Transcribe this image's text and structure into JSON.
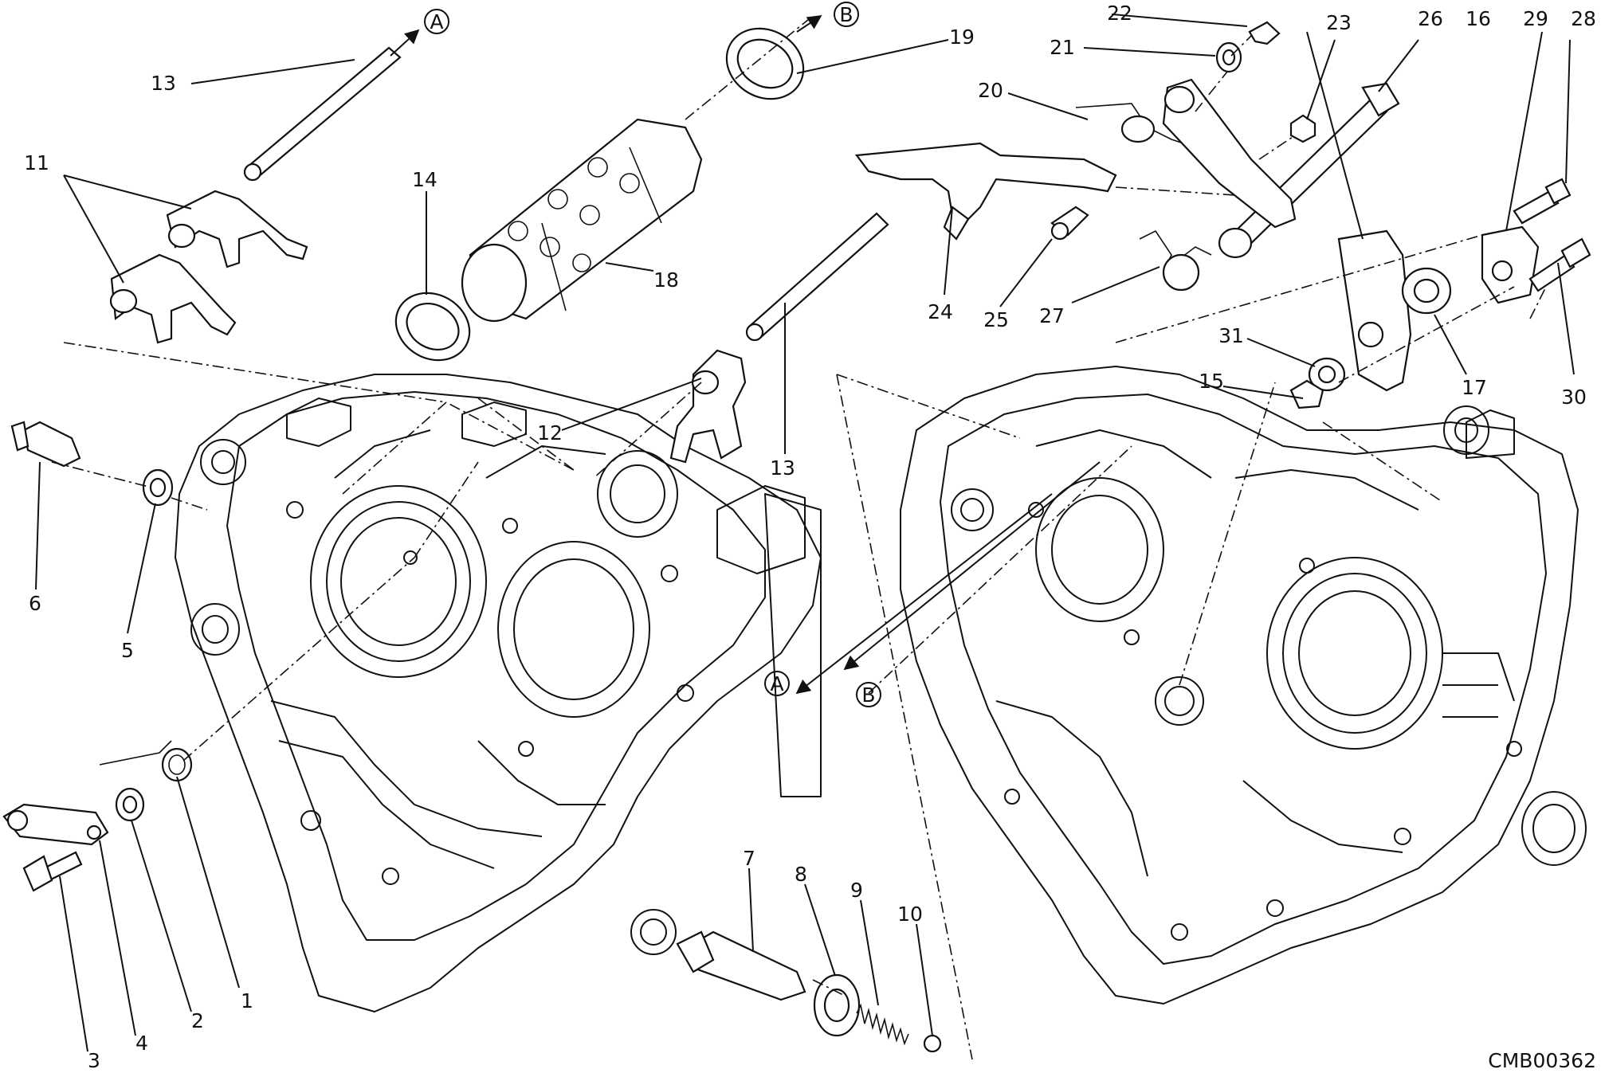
{
  "diagram": {
    "drawing_code": "CMB00362",
    "callouts": [
      "1",
      "2",
      "3",
      "4",
      "5",
      "6",
      "7",
      "8",
      "9",
      "10",
      "11",
      "12",
      "13",
      "13",
      "14",
      "15",
      "16",
      "17",
      "18",
      "19",
      "20",
      "21",
      "22",
      "23",
      "24",
      "25",
      "26",
      "27",
      "28",
      "29",
      "30",
      "31"
    ],
    "references": [
      "A",
      "B"
    ]
  }
}
